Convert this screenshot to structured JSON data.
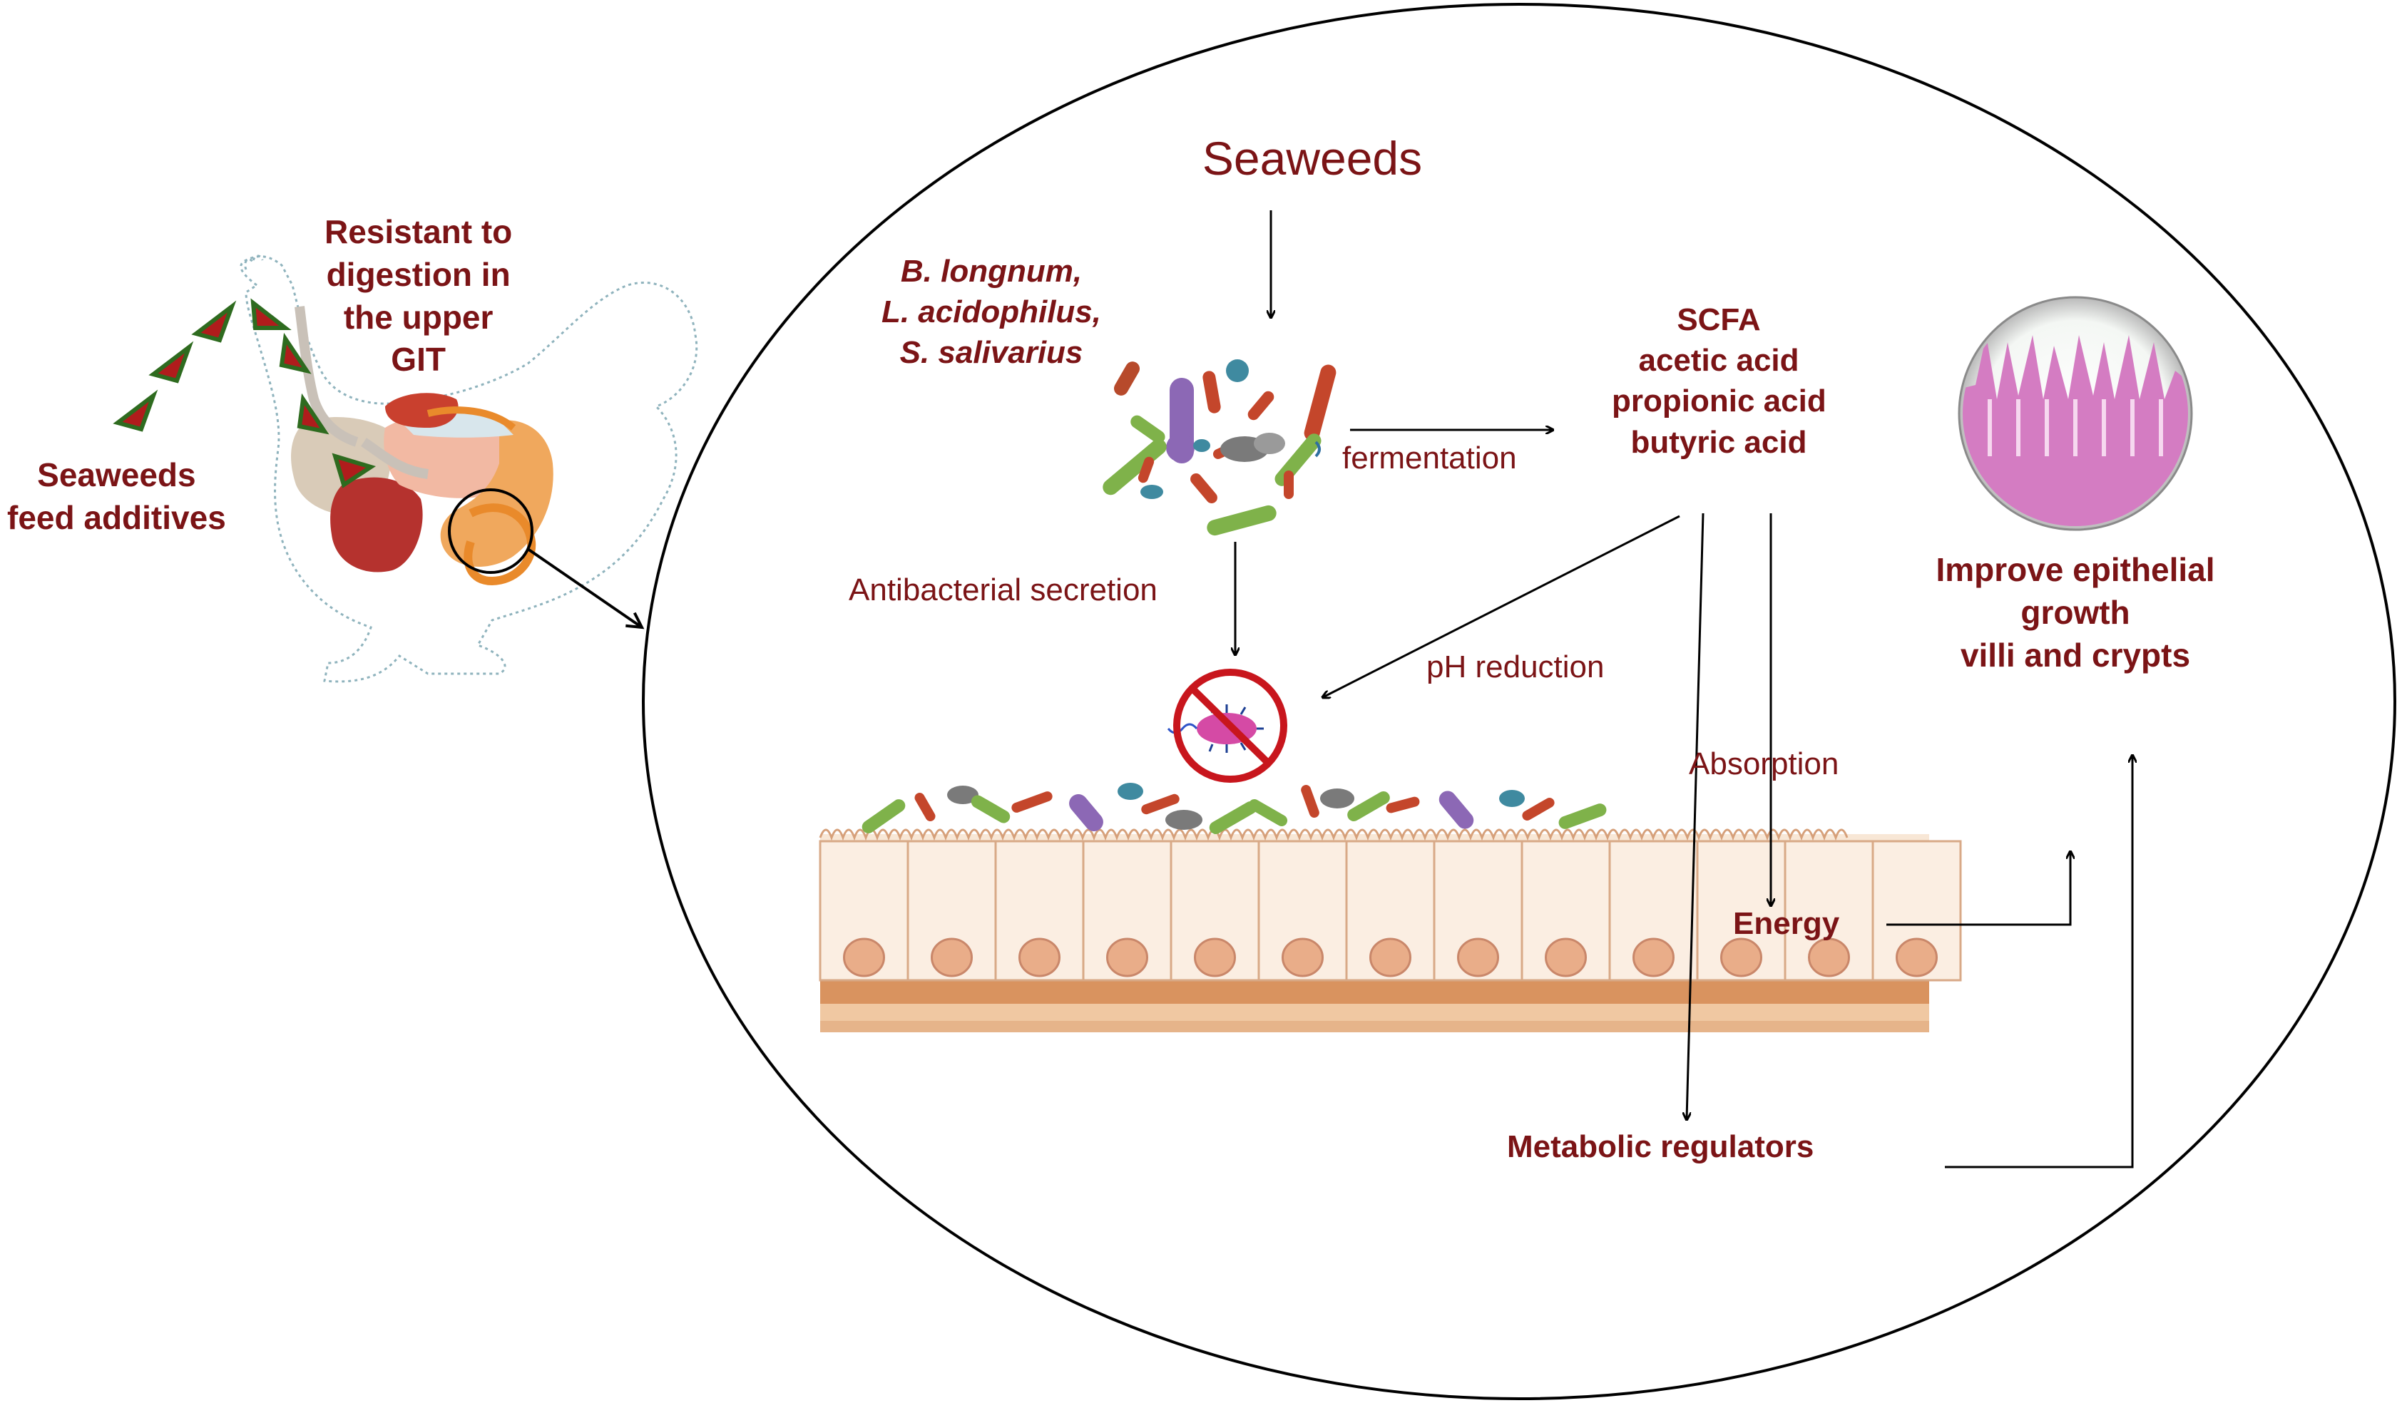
{
  "left_panel": {
    "resistant_lines": [
      "Resistant to",
      "digestion in",
      "the upper",
      "GIT"
    ],
    "feed_lines": [
      "Seaweeds",
      "feed additives"
    ]
  },
  "main": {
    "seaweeds": "Seaweeds",
    "bacteria_lines": [
      "B. longnum,",
      "L. acidophilus,",
      "S. salivarius"
    ],
    "scfa_lines": [
      "SCFA",
      "acetic acid",
      "propionic acid",
      "butyric acid"
    ],
    "fermentation": "fermentation",
    "antibacterial": "Antibacterial secretion",
    "ph_reduction": "pH reduction",
    "absorption": "Absorption",
    "energy": "Energy",
    "metabolic": "Metabolic regulators",
    "improve_lines": [
      "Improve epithelial",
      "growth",
      "villi and crypts"
    ]
  },
  "colors": {
    "text": "#7b1416",
    "arrow": "#000000",
    "prohibit": "#c8161d",
    "tissue": "#f6e0cc",
    "basal": "#d99a6c"
  }
}
